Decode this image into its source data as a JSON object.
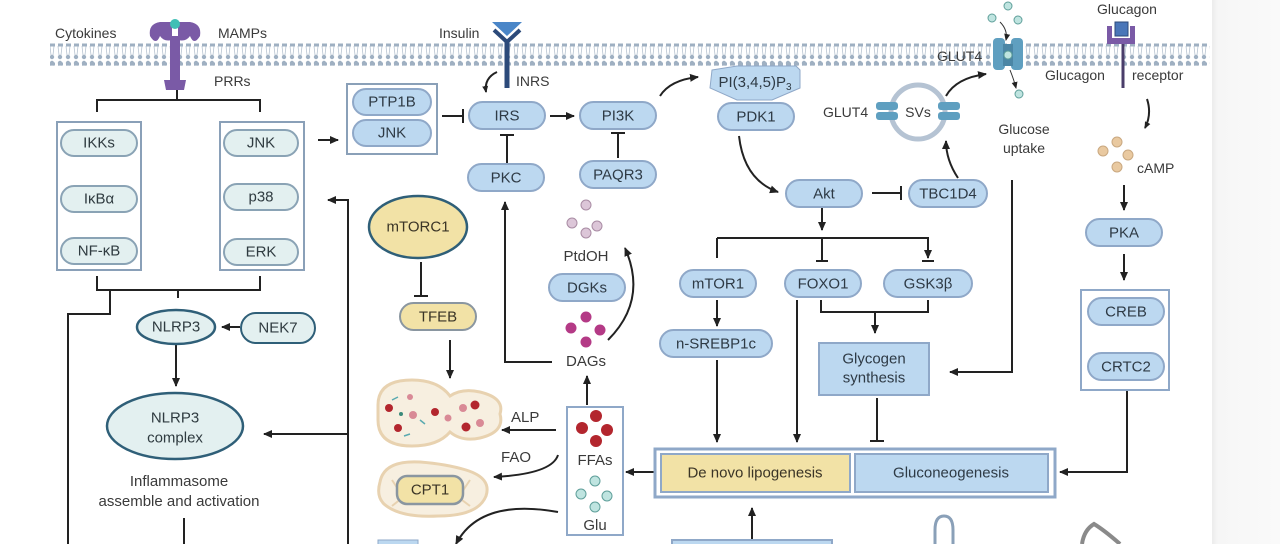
{
  "title": "Insulin, inflammatory and glucagon signaling pathway diagram",
  "colors": {
    "blue_node_fill": "#bcd8f0",
    "blue_node_stroke": "#8fa8c8",
    "teal_node_fill": "#e3f0f0",
    "teal_node_stroke": "#8aa3b5",
    "yellow_node_fill": "#f2e2a6",
    "membrane": "#9fb0c2",
    "purple_receptor": "#7a5aa6",
    "insulin_receptor": "#2c4a7a",
    "glut4": "#5f9fc0",
    "ffa_dot": "#b3262e",
    "glu_dot": "#bfe4e0",
    "dag_dot": "#b43a86",
    "ptdoh_dot": "#dcc6d8",
    "camp_dot": "#e9c9a0",
    "arrow": "#222222"
  },
  "membrane_labels": {
    "cytokines": "Cytokines",
    "mamps": "MAMPs",
    "prrs": "PRRs",
    "insulin": "Insulin",
    "inrs": "INRS",
    "glut4_membrane": "GLUT4",
    "glucagon": "Glucagon",
    "glucagon_receptor_left": "Glucagon",
    "glucagon_receptor_right": "receptor"
  },
  "inflammation": {
    "left_box": [
      "IKKs",
      "IκBα",
      "NF-κB"
    ],
    "right_box": [
      "JNK",
      "p38",
      "ERK"
    ],
    "nlrp3": "NLRP3",
    "nek7": "NEK7",
    "nlrp3_complex_line1": "NLRP3",
    "nlrp3_complex_line2": "complex",
    "inflammasome_line1": "Inflammasome",
    "inflammasome_line2": "assemble and activation"
  },
  "insulin_pathway": {
    "inhibitor_box": [
      "PTP1B",
      "JNK"
    ],
    "irs": "IRS",
    "pi3k": "PI3K",
    "pip3": "PI(3,4,5)P",
    "pip3_sub": "3",
    "pdk1": "PDK1",
    "pkc": "PKC",
    "paqr3": "PAQR3",
    "akt": "Akt",
    "tbc1d4": "TBC1D4",
    "mtor1": "mTOR1",
    "foxo1": "FOXO1",
    "gsk3b": "GSK3β",
    "n_srebp1c": "n-SREBP1c",
    "glycogen_line1": "Glycogen",
    "glycogen_line2": "synthesis",
    "glut4_vesicle": "GLUT4",
    "svs": "SVs",
    "glucose_uptake_line1": "Glucose",
    "glucose_uptake_line2": "uptake"
  },
  "lipid": {
    "mtorc1": "mTORC1",
    "tfeb": "TFEB",
    "ptdoh": "PtdOH",
    "dgks": "DGKs",
    "dags": "DAGs",
    "alp": "ALP",
    "fao": "FAO",
    "cpt1": "CPT1",
    "ffas": "FFAs",
    "glu": "Glu"
  },
  "outputs": {
    "de_novo_lipogenesis": "De novo lipogenesis",
    "gluconeogenesis": "Gluconeogenesis"
  },
  "glucagon_pathway": {
    "camp": "cAMP",
    "pka": "PKA",
    "creb": "CREB",
    "crtc2": "CRTC2"
  }
}
